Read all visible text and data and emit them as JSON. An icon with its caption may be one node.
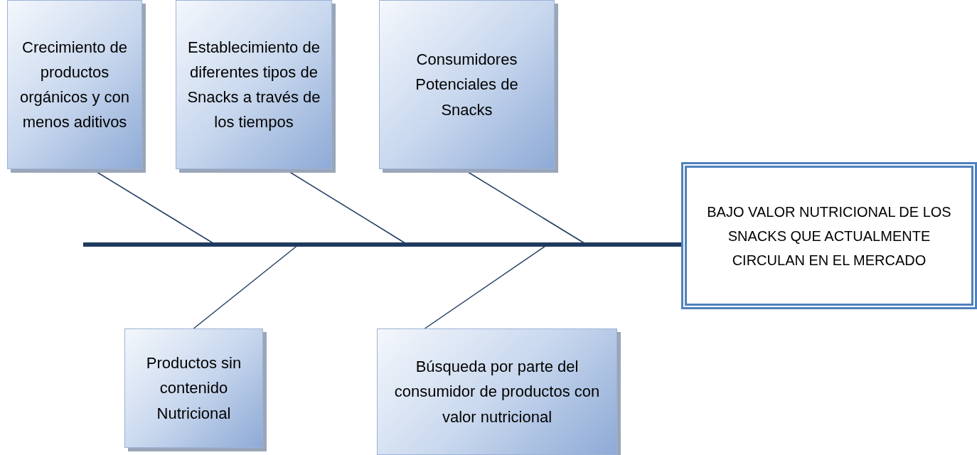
{
  "diagram": {
    "nodes": [
      {
        "text": [
          "Crecimiento de productos orgánicos y con menos aditivos"
        ]
      },
      {
        "text": [
          "Establecimiento de diferentes tipos de Snacks a través de los tiempos"
        ]
      },
      {
        "text": [
          "Consumidores Potenciales de Snacks"
        ]
      },
      {
        "text": [
          "BAJO VALOR NUTRICIONAL DE LOS SNACKS QUE ACTUALMENTE CIRCULAN EN EL MERCADO"
        ]
      },
      {
        "text": [
          "Productos sin contenido Nutricional"
        ]
      },
      {
        "text": [
          "Búsqueda por parte del consumidor de productos con valor nutricional"
        ]
      }
    ],
    "edges": [
      {
        "from": 0,
        "to": null,
        "arrow": "none"
      },
      {
        "from": 1,
        "to": null,
        "arrow": "none"
      },
      {
        "from": 2,
        "to": null,
        "arrow": "none"
      },
      {
        "from": 4,
        "to": null,
        "arrow": "none"
      },
      {
        "from": 5,
        "to": null,
        "arrow": "none"
      },
      {
        "from": null,
        "to": 3,
        "arrow": "none",
        "style": "thick"
      }
    ]
  }
}
